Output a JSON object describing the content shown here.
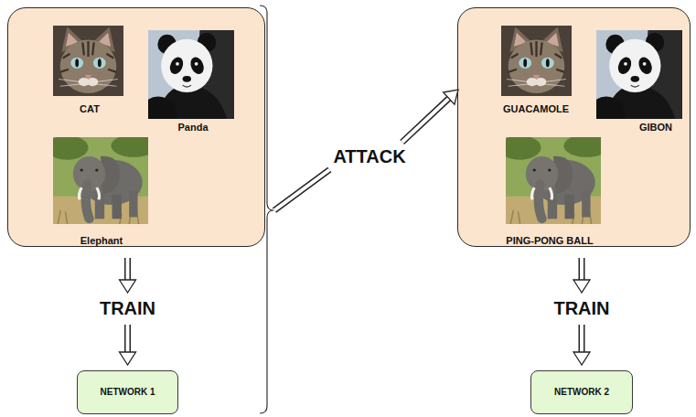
{
  "diagram": {
    "nodes": [
      {
        "text": [
          "CAT",
          "Panda",
          "Elephant"
        ]
      },
      {
        "text": [
          "NETWORK 1"
        ]
      },
      {
        "text": [
          "GUACAMOLE",
          "GIBON",
          "PING-PONG BALL"
        ]
      },
      {
        "text": [
          "NETWORK 2"
        ]
      }
    ],
    "edges": [
      {
        "from": 0,
        "to": 1,
        "label": "TRAIN",
        "arrow": "to"
      },
      {
        "from": 2,
        "to": 3,
        "label": "TRAIN",
        "arrow": "to"
      },
      {
        "from": 0,
        "to": 2,
        "label": "ATTACK",
        "arrow": "to"
      }
    ]
  }
}
